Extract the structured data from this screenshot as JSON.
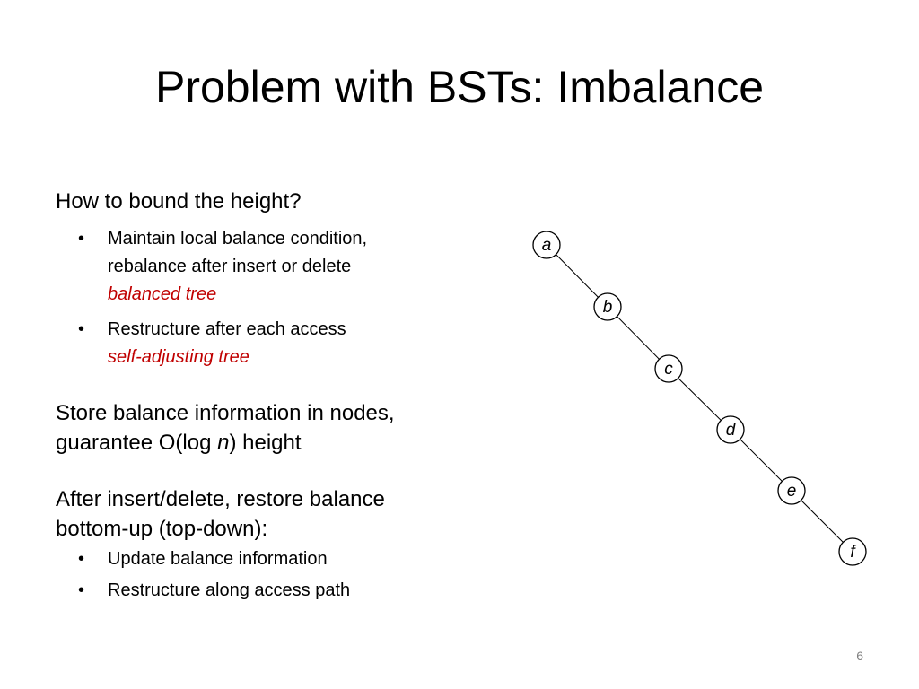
{
  "slide": {
    "title": "Problem with BSTs: Imbalance",
    "page_number": "6"
  },
  "section1": {
    "heading": "How to bound the height?",
    "bullets": [
      {
        "lines": [
          "Maintain local balance condition,",
          "rebalance after insert or delete"
        ],
        "emphasis": "balanced tree"
      },
      {
        "lines": [
          "Restructure after each access"
        ],
        "emphasis": "self-adjusting tree"
      }
    ]
  },
  "section2": {
    "line1": "Store balance information in nodes,",
    "line2_prefix": "guarantee O(log ",
    "line2_var": "n",
    "line2_suffix": ") height"
  },
  "section3": {
    "line1": "After insert/delete, restore balance",
    "line2": "bottom-up (top-down):",
    "bullets": [
      "Update balance information",
      "Restructure along access path"
    ]
  },
  "tree": {
    "nodes": [
      "a",
      "b",
      "c",
      "d",
      "e",
      "f"
    ],
    "emphasis_color": "#c00000"
  }
}
